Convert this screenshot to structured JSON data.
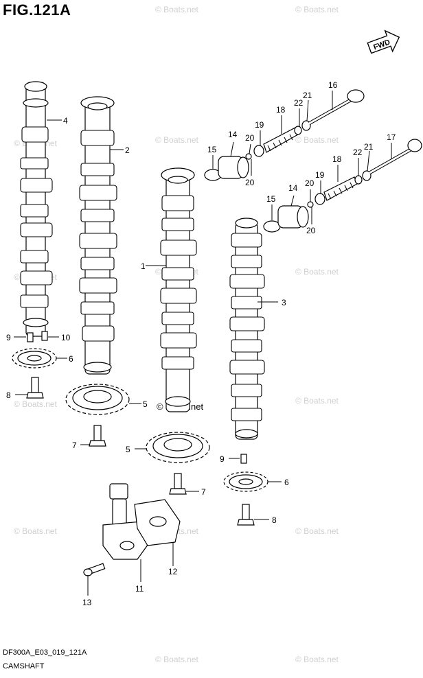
{
  "figure_title": "FIG.121A",
  "footer": {
    "code": "DF300A_E03_019_121A",
    "name": "CAMSHAFT"
  },
  "fwd_label": "FWD",
  "watermark": "© Boats.net",
  "callouts": {
    "c1": "1",
    "c2": "2",
    "c3": "3",
    "c4": "4",
    "c5a": "5",
    "c5b": "5",
    "c6a": "6",
    "c6b": "6",
    "c7a": "7",
    "c7b": "7",
    "c8a": "8",
    "c8b": "8",
    "c9a": "9",
    "c9b": "9",
    "c10": "10",
    "c11": "11",
    "c12": "12",
    "c13": "13",
    "c14a": "14",
    "c14b": "14",
    "c15a": "15",
    "c15b": "15",
    "c16": "16",
    "c17": "17",
    "c18a": "18",
    "c18b": "18",
    "c19a": "19",
    "c19b": "19",
    "c20a": "20",
    "c20b": "20",
    "c20c": "20",
    "c20d": "20",
    "c21a": "21",
    "c21b": "21",
    "c22a": "22",
    "c22b": "22"
  }
}
